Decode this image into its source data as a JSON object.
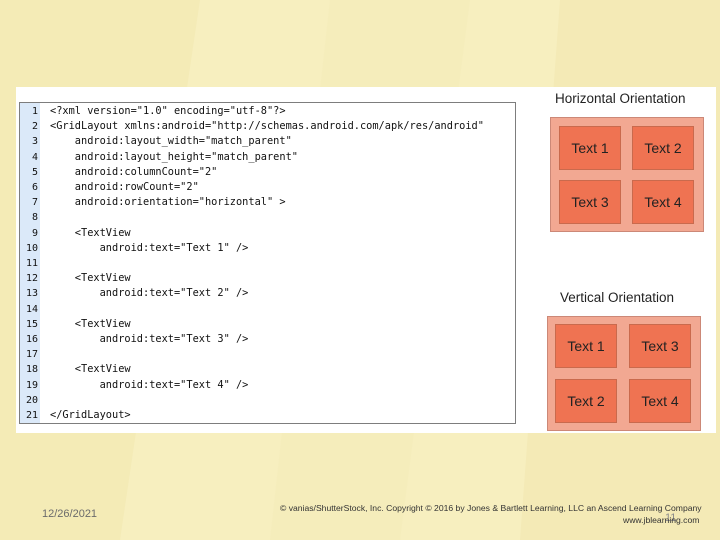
{
  "colors": {
    "background": "#f7efbf",
    "cell": "#ef7352",
    "grid": "#f2a892",
    "gutter": "#dbe9f9"
  },
  "code": {
    "lines": [
      {
        "num": "1",
        "text": "<?xml version=\"1.0\" encoding=\"utf-8\"?>"
      },
      {
        "num": "2",
        "text": "<GridLayout xmlns:android=\"http://schemas.android.com/apk/res/android\""
      },
      {
        "num": "3",
        "text": "    android:layout_width=\"match_parent\""
      },
      {
        "num": "4",
        "text": "    android:layout_height=\"match_parent\""
      },
      {
        "num": "5",
        "text": "    android:columnCount=\"2\""
      },
      {
        "num": "6",
        "text": "    android:rowCount=\"2\""
      },
      {
        "num": "7",
        "text": "    android:orientation=\"horizontal\" >"
      },
      {
        "num": "8",
        "text": ""
      },
      {
        "num": "9",
        "text": "    <TextView"
      },
      {
        "num": "10",
        "text": "        android:text=\"Text 1\" />"
      },
      {
        "num": "11",
        "text": ""
      },
      {
        "num": "12",
        "text": "    <TextView"
      },
      {
        "num": "13",
        "text": "        android:text=\"Text 2\" />"
      },
      {
        "num": "14",
        "text": ""
      },
      {
        "num": "15",
        "text": "    <TextView"
      },
      {
        "num": "16",
        "text": "        android:text=\"Text 3\" />"
      },
      {
        "num": "17",
        "text": ""
      },
      {
        "num": "18",
        "text": "    <TextView"
      },
      {
        "num": "19",
        "text": "        android:text=\"Text 4\" />"
      },
      {
        "num": "20",
        "text": ""
      },
      {
        "num": "21",
        "text": "</GridLayout>"
      }
    ]
  },
  "horizontal": {
    "title": "Horizontal Orientation",
    "cells": [
      "Text 1",
      "Text 2",
      "Text 3",
      "Text 4"
    ]
  },
  "vertical": {
    "title": "Vertical Orientation",
    "cells": [
      "Text 1",
      "Text 3",
      "Text 2",
      "Text 4"
    ]
  },
  "footer": {
    "date": "12/26/2021",
    "copyright": "© vanias/ShutterStock, Inc. Copyright © 2016 by Jones & Bartlett Learning, LLC an Ascend Learning Company",
    "site": "www.jblearning.com",
    "page": "11"
  }
}
